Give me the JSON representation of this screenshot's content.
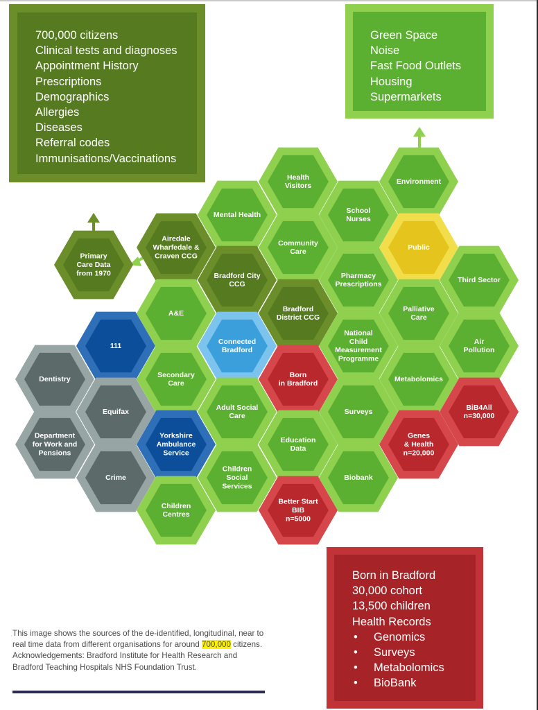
{
  "ehr_box": {
    "items": [
      "700,000 citizens",
      "Clinical tests and diagnoses",
      "Appointment History",
      "Prescriptions",
      "Demographics",
      "Allergies",
      "Diseases",
      "Referral codes",
      "Immunisations/Vaccinations"
    ]
  },
  "environment_box": {
    "items": [
      "Green Space",
      "Noise",
      "Fast Food Outlets",
      "Housing",
      "Supermarkets"
    ]
  },
  "bib_box": {
    "lines": [
      "Born in Bradford",
      "30,000 cohort",
      "13,500 children",
      "Health Records"
    ],
    "bullets": [
      "Genomics",
      "Surveys",
      "Metabolomics",
      "BioBank"
    ]
  },
  "caption": {
    "text_before": "This image shows the sources of the de-identified, longitudinal, near to real time data from different organisations for around ",
    "highlight": "700,000",
    "text_after": " citizens. Acknowledgements: Bradford Institute for Health Research and Bradford Teaching Hospitals NHS Foundation Trust."
  },
  "colors": {
    "green": "#5cb031",
    "green_rim": "#8fd14f",
    "olive": "#557a20",
    "olive_rim": "#6b8e2a",
    "red": "#b8282d",
    "red_rim": "#d6474c",
    "yellow": "#e5c51d",
    "yellow_rim": "#f2de4a",
    "navy": "#0d4e9a",
    "navy_rim": "#2e6fb8",
    "sky": "#3b9fdc",
    "sky_rim": "#7cc3ee",
    "slate": "#5d6a6a",
    "slate_rim": "#98a5a5",
    "connector": "#8fd14f"
  },
  "hexes": [
    {
      "id": "health-visitors",
      "label": [
        "Health",
        "Visitors"
      ],
      "color": "green"
    },
    {
      "id": "environment",
      "label": [
        "Environment"
      ],
      "color": "green"
    },
    {
      "id": "mental-health",
      "label": [
        "Mental Health"
      ],
      "color": "green"
    },
    {
      "id": "school-nurses",
      "label": [
        "School",
        "Nurses"
      ],
      "color": "green"
    },
    {
      "id": "airedale-ccg",
      "label": [
        "Airedale",
        "Wharfedale &",
        "Craven CCG"
      ],
      "color": "olive"
    },
    {
      "id": "community-care",
      "label": [
        "Community",
        "Care"
      ],
      "color": "green"
    },
    {
      "id": "public",
      "label": [
        "Public"
      ],
      "color": "yellow"
    },
    {
      "id": "primary-care",
      "label": [
        "Primary",
        "Care Data",
        "from 1970"
      ],
      "color": "olive"
    },
    {
      "id": "bradford-city-ccg",
      "label": [
        "Bradford City",
        "CCG"
      ],
      "color": "olive"
    },
    {
      "id": "pharmacy",
      "label": [
        "Pharmacy",
        "Prescriptions"
      ],
      "color": "green"
    },
    {
      "id": "third-sector",
      "label": [
        "Third Sector"
      ],
      "color": "green"
    },
    {
      "id": "ae",
      "label": [
        "A&E"
      ],
      "color": "green"
    },
    {
      "id": "bradford-district-ccg",
      "label": [
        "Bradford",
        "District CCG"
      ],
      "color": "olive"
    },
    {
      "id": "palliative-care",
      "label": [
        "Palliative",
        "Care"
      ],
      "color": "green"
    },
    {
      "id": "111",
      "label": [
        "111"
      ],
      "color": "navy"
    },
    {
      "id": "connected-bradford",
      "label": [
        "Connected",
        "Bradford"
      ],
      "color": "sky"
    },
    {
      "id": "ncmp",
      "label": [
        "National",
        "Child",
        "Measurement",
        "Programme"
      ],
      "color": "green"
    },
    {
      "id": "air-pollution",
      "label": [
        "Air",
        "Pollution"
      ],
      "color": "green"
    },
    {
      "id": "dentistry",
      "label": [
        "Dentistry"
      ],
      "color": "slate"
    },
    {
      "id": "secondary-care",
      "label": [
        "Secondary",
        "Care"
      ],
      "color": "green"
    },
    {
      "id": "born-in-bradford",
      "label": [
        "Born",
        "in Bradford"
      ],
      "color": "red"
    },
    {
      "id": "metabolomics",
      "label": [
        "Metabolomics"
      ],
      "color": "green"
    },
    {
      "id": "equifax",
      "label": [
        "Equifax"
      ],
      "color": "slate"
    },
    {
      "id": "adult-social-care",
      "label": [
        "Adult Social",
        "Care"
      ],
      "color": "green"
    },
    {
      "id": "surveys",
      "label": [
        "Surveys"
      ],
      "color": "green"
    },
    {
      "id": "bib4all",
      "label": [
        "BiB4All",
        "n=30,000"
      ],
      "color": "red"
    },
    {
      "id": "dwp",
      "label": [
        "Department",
        "for Work and",
        "Pensions"
      ],
      "color": "slate"
    },
    {
      "id": "yorkshire-ambulance",
      "label": [
        "Yorkshire",
        "Ambulance",
        "Service"
      ],
      "color": "navy"
    },
    {
      "id": "education-data",
      "label": [
        "Education",
        "Data"
      ],
      "color": "green"
    },
    {
      "id": "genes-health",
      "label": [
        "Genes",
        "& Health",
        "n=20,000"
      ],
      "color": "red"
    },
    {
      "id": "crime",
      "label": [
        "Crime"
      ],
      "color": "slate"
    },
    {
      "id": "children-social-services",
      "label": [
        "Children",
        "Social",
        "Services"
      ],
      "color": "green"
    },
    {
      "id": "biobank",
      "label": [
        "Biobank"
      ],
      "color": "green"
    },
    {
      "id": "children-centres",
      "label": [
        "Children",
        "Centres"
      ],
      "color": "green"
    },
    {
      "id": "better-start-bib",
      "label": [
        "Better Start",
        "BIB",
        "n=5000"
      ],
      "color": "red"
    }
  ]
}
